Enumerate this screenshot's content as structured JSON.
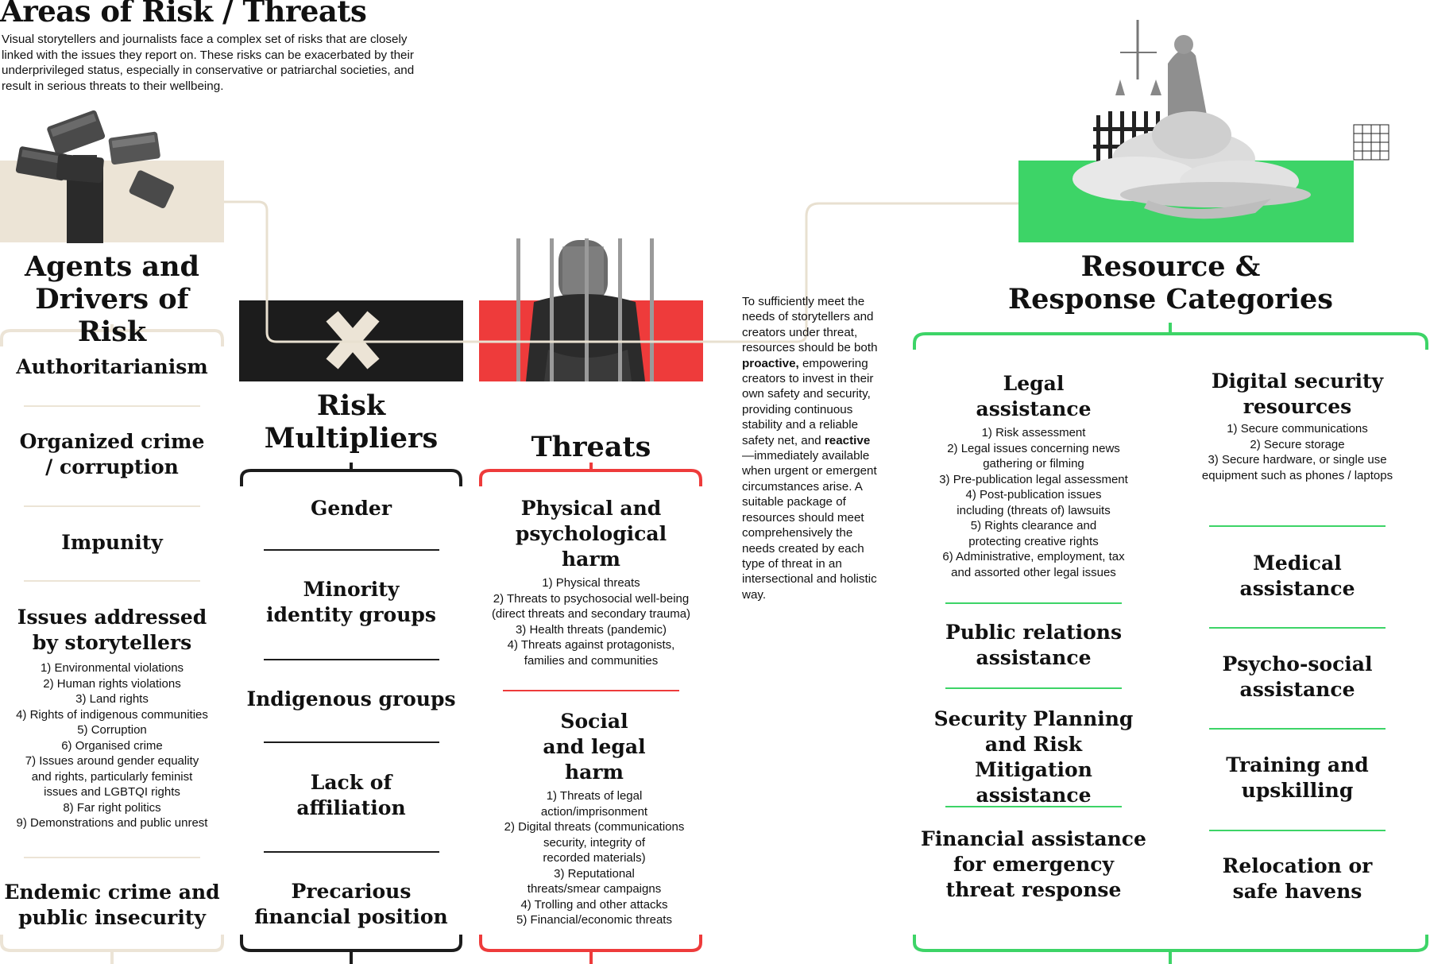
{
  "header": {
    "title": "Areas of Risk / Threats",
    "intro": "Visual storytellers and journalists face a complex set of risks that are closely linked with the issues they report on. These risks can be exacerbated by their underprivileged status, especially in conservative or patriarchal societies, and result in serious threats to their wellbeing."
  },
  "colors": {
    "agents": "#ece4d6",
    "multipliers": "#1c1c1c",
    "threats": "#ee3b3b",
    "resources": "#3dd467",
    "connector": "#e8e0d0"
  },
  "agents": {
    "title_line1": "Agents and",
    "title_line2": "Drivers of Risk",
    "image_icon": "surveillance-cameras-icon",
    "items": [
      {
        "label": "Authoritarianism"
      },
      {
        "label_line1": "Organized crime",
        "label_line2": "/ corruption"
      },
      {
        "label": "Impunity"
      },
      {
        "label_line1": "Issues addressed",
        "label_line2": "by storytellers",
        "subitems": [
          "1) Environmental violations",
          "2) Human rights violations",
          "3) Land rights",
          "4) Rights of indigenous communities",
          "5) Corruption",
          "6) Organised crime",
          "7) Issues around gender equality",
          "and rights, particularly feminist",
          "issues and LGBTQI rights",
          "8) Far right politics",
          "9) Demonstrations and public unrest"
        ]
      },
      {
        "label_line1": "Endemic crime and",
        "label_line2": "public insecurity"
      }
    ]
  },
  "multipliers": {
    "title_line1": "Risk",
    "title_line2": "Multipliers",
    "image_icon": "x-mark-icon",
    "items": [
      {
        "label": "Gender"
      },
      {
        "label_line1": "Minority",
        "label_line2": "identity groups"
      },
      {
        "label": "Indigenous groups"
      },
      {
        "label_line1": "Lack of",
        "label_line2": "affiliation"
      },
      {
        "label_line1": "Precarious",
        "label_line2": "financial position"
      }
    ]
  },
  "threats": {
    "title": "Threats",
    "image_icon": "person-behind-bars-icon",
    "items": [
      {
        "label_line1": "Physical and",
        "label_line2": "psychological",
        "label_line3": "harm",
        "subitems": [
          "1) Physical threats",
          "2) Threats to psychosocial well-being",
          "(direct threats and secondary trauma)",
          "3) Health threats (pandemic)",
          "4) Threats against protagonists,",
          "families and communities"
        ]
      },
      {
        "label_line1": "Social",
        "label_line2": "and legal",
        "label_line3": "harm",
        "subitems": [
          "1) Threats of legal",
          "action/imprisonment",
          "2) Digital threats (communications",
          "security, integrity of",
          "recorded materials)",
          "3) Reputational",
          "threats/smear campaigns",
          "4) Trolling and other attacks",
          "5) Financial/economic threats"
        ]
      }
    ]
  },
  "explainer": {
    "part1": "To sufficiently meet the needs of storytellers and creators under threat, resources should be both ",
    "bold1": "proactive,",
    "part2": " empowering creators to invest in their own safety and security, providing continuous stability and a reliable safety net, and ",
    "bold2": "reactive",
    "part3": "—immediately available when urgent or emergent circumstances arise. A suitable package of resources should meet comprehensively the needs created by each type of threat in an intersectional and holistic way."
  },
  "resources": {
    "title_line1": "Resource &",
    "title_line2": "Response Categories",
    "image_icon": "lady-justice-cloud-icon",
    "left": [
      {
        "label_line1": "Legal",
        "label_line2": "assistance",
        "subitems": [
          "1) Risk assessment",
          "2) Legal issues concerning news",
          "gathering or filming",
          "3) Pre-publication legal assessment",
          "4) Post-publication issues",
          "including (threats of) lawsuits",
          "5) Rights clearance and",
          "protecting creative rights",
          "6) Administrative, employment, tax",
          "and assorted other legal issues"
        ]
      },
      {
        "label_line1": "Public relations",
        "label_line2": "assistance"
      },
      {
        "label_line1": "Security Planning",
        "label_line2": "and Risk",
        "label_line3": "Mitigation assistance"
      },
      {
        "label_line1": "Financial assistance",
        "label_line2": "for emergency",
        "label_line3": "threat response"
      }
    ],
    "right": [
      {
        "label_line1": "Digital security",
        "label_line2": "resources",
        "subitems": [
          "1) Secure communications",
          "2) Secure storage",
          "3) Secure hardware, or single use",
          "equipment such as phones / laptops"
        ]
      },
      {
        "label_line1": "Medical",
        "label_line2": "assistance"
      },
      {
        "label_line1": "Psycho-social",
        "label_line2": "assistance"
      },
      {
        "label_line1": "Training and",
        "label_line2": "upskilling"
      },
      {
        "label_line1": "Relocation or",
        "label_line2": "safe havens"
      }
    ]
  }
}
